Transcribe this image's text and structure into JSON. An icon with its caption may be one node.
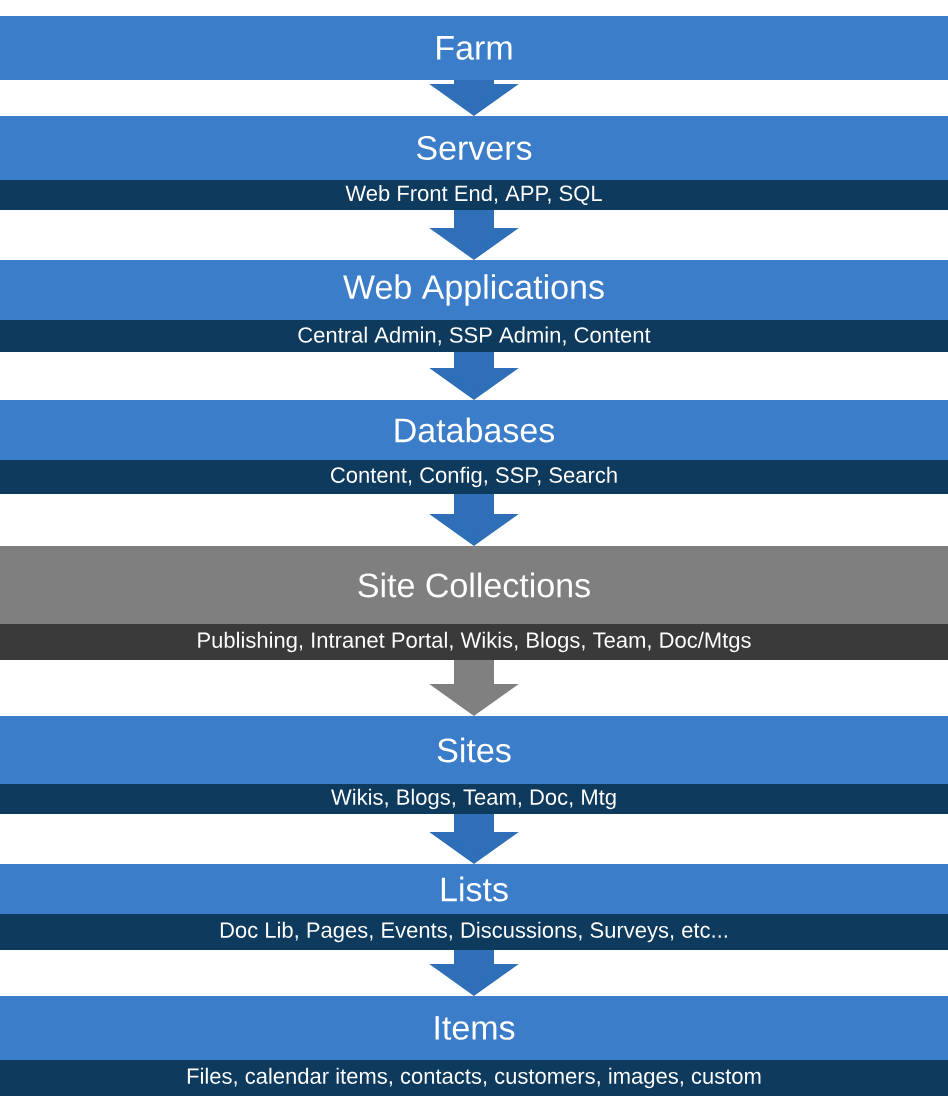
{
  "diagram": {
    "nodes": [
      {
        "text": [
          "Farm"
        ]
      },
      {
        "text": [
          "Servers",
          "Web Front End, APP, SQL"
        ]
      },
      {
        "text": [
          "Web Applications",
          "Central Admin, SSP Admin, Content"
        ]
      },
      {
        "text": [
          "Databases",
          "Content, Config, SSP, Search"
        ]
      },
      {
        "text": [
          "Site Collections",
          "Publishing, Intranet Portal, Wikis, Blogs, Team, Doc/Mtgs"
        ]
      },
      {
        "text": [
          "Sites",
          "Wikis, Blogs, Team, Doc, Mtg"
        ]
      },
      {
        "text": [
          "Lists",
          "Doc Lib, Pages, Events, Discussions, Surveys, etc..."
        ]
      },
      {
        "text": [
          "Items",
          "Files, calendar items, contacts, customers, images, custom"
        ]
      }
    ],
    "edges": [
      {
        "from": 0,
        "to": 1,
        "arrow": "to"
      },
      {
        "from": 1,
        "to": 2,
        "arrow": "to"
      },
      {
        "from": 2,
        "to": 3,
        "arrow": "to"
      },
      {
        "from": 3,
        "to": 4,
        "arrow": "to"
      },
      {
        "from": 4,
        "to": 5,
        "arrow": "to",
        "color": "#808080"
      },
      {
        "from": 5,
        "to": 6,
        "arrow": "to"
      },
      {
        "from": 6,
        "to": 7,
        "arrow": "to"
      }
    ]
  }
}
